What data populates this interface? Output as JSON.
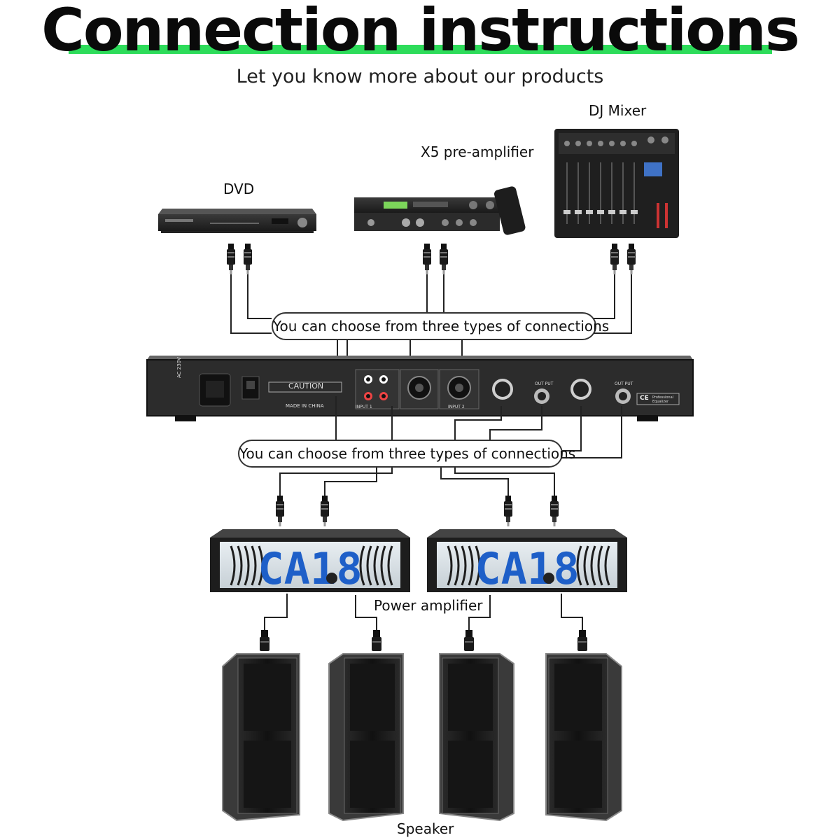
{
  "header": {
    "title": "Connection instructions",
    "subtitle": "Let you know more about our products"
  },
  "sources": {
    "dvd": "DVD",
    "preamp": "X5 pre-amplifier",
    "mixer": "DJ Mixer"
  },
  "connections": {
    "input_note": "You can choose from three types of connections",
    "output_note": "You can choose from three types of connections"
  },
  "equalizer_panel": {
    "caution": "CAUTION",
    "made_in": "MADE IN CHINA",
    "power_label": "AC 230V",
    "input1": "INPUT 1",
    "input2": "INPUT 2",
    "output": "OUT PUT",
    "ce_mark": "CE",
    "brand_note": "Professional Equalizer"
  },
  "amplifiers": {
    "model": "CA18",
    "label": "Power amplifier"
  },
  "speakers": {
    "label": "Speaker"
  },
  "colors": {
    "accent_green": "#2ddc5a",
    "amp_blue": "#1e5fc8"
  }
}
